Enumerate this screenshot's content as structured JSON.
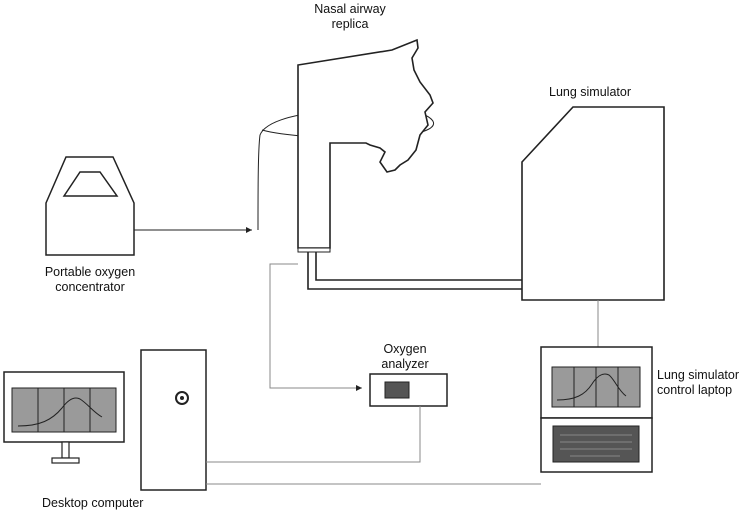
{
  "labels": {
    "nasal_airway_replica": [
      "Nasal airway",
      "replica"
    ],
    "lung_simulator": "Lung simulator",
    "portable_oxygen_concentrator": [
      "Portable oxygen",
      "concentrator"
    ],
    "oxygen_analyzer": [
      "Oxygen",
      "analyzer"
    ],
    "lung_simulator_control_laptop": [
      "Lung simulator",
      "control laptop"
    ],
    "desktop_computer": "Desktop computer"
  },
  "colors": {
    "stroke": "#222222",
    "connector": "#8a8a8a",
    "screen_fill": "#9a9a9a",
    "display_fill": "#555555"
  }
}
